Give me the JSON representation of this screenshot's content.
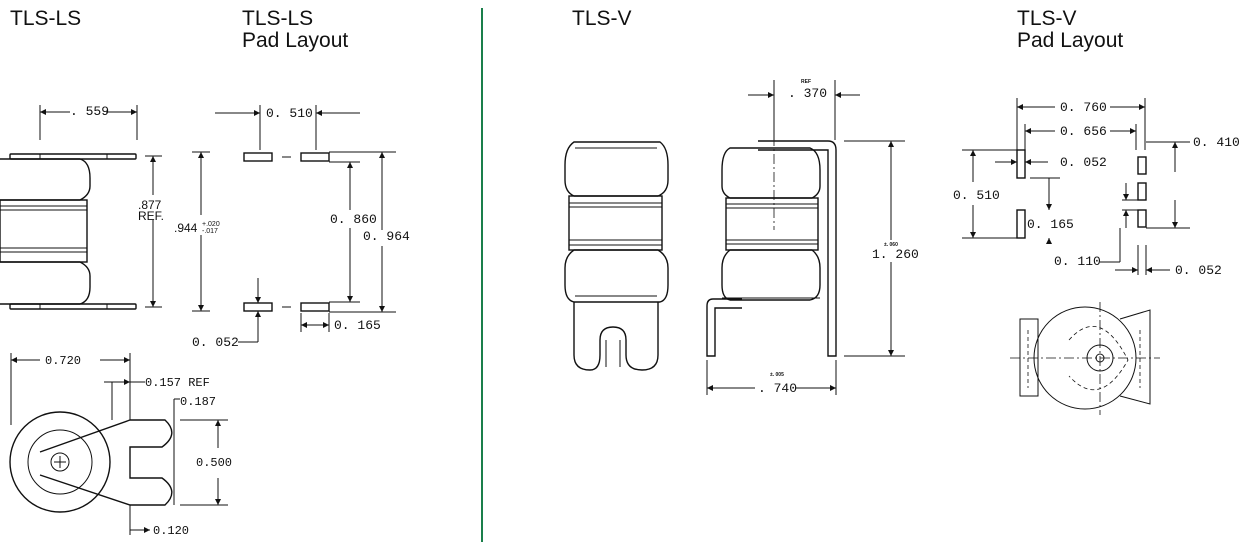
{
  "titles": {
    "tls_ls": "TLS-LS",
    "tls_ls_pad": "TLS-LS\nPad Layout",
    "tls_v": "TLS-V",
    "tls_v_pad": "TLS-V\nPad Layout"
  },
  "divider_color": "#1a7f4b",
  "tls_ls_body": {
    "width": ". 559",
    "height_ref": ".877",
    "height_ref_suffix": "REF.",
    "height": ".944",
    "tol_plus": "+.020",
    "tol_minus": "-.017"
  },
  "tls_ls_pad": {
    "pad_spacing": "0. 510",
    "inner_height": "0. 860",
    "outer_height": "0. 964",
    "pad_height": "0. 052",
    "pad_width": "0. 165"
  },
  "tls_ls_end_view": {
    "width": "0.720",
    "ref": "0.157 REF",
    "slot": "0.187",
    "height": "0.500",
    "foot": "0.120"
  },
  "tls_v_side": {
    "ref_small": "REF",
    "ref_value": ". 370",
    "height_tol": "±. 060",
    "height": "1. 260",
    "width_tol": "±. 005",
    "width": ". 740"
  },
  "tls_v_pad": {
    "outer": "0. 760",
    "inner": "0. 656",
    "pad_width": "0. 052",
    "left_height": "0. 510",
    "pad_length": "0. 165",
    "pad_gap": "0. 110",
    "right_height": "0. 410",
    "right_pad_width": "0. 052"
  }
}
